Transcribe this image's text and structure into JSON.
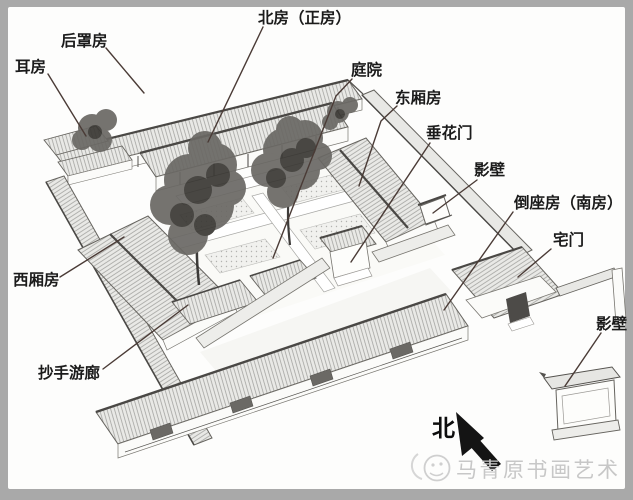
{
  "diagram": {
    "subject": "siheyuan-courtyard-house-axonometric-line-drawing"
  },
  "labels": [
    {
      "id": "ear-rooms",
      "text": "耳房"
    },
    {
      "id": "rear-cover-rooms",
      "text": "后罩房"
    },
    {
      "id": "north-main-hall",
      "text": "北房（正房）"
    },
    {
      "id": "courtyard",
      "text": "庭院"
    },
    {
      "id": "east-wing-rooms",
      "text": "东厢房"
    },
    {
      "id": "festoon-gate",
      "text": "垂花门"
    },
    {
      "id": "screen-wall-inner",
      "text": "影壁"
    },
    {
      "id": "south-reverse-rooms",
      "text": "倒座房（南房）"
    },
    {
      "id": "residence-gate",
      "text": "宅门"
    },
    {
      "id": "west-wing-rooms",
      "text": "西厢房"
    },
    {
      "id": "wrap-around-corridor",
      "text": "抄手游廊"
    },
    {
      "id": "screen-wall-outer",
      "text": "影壁"
    }
  ],
  "compass": {
    "north_label": "北"
  },
  "watermark": {
    "text": "马青原书画艺术",
    "logo": "face-logo"
  },
  "colors": {
    "border": "#a9a9a9",
    "paper": "#fdfdfc",
    "ink": "#55534f",
    "label_ink": "#1b1b1b",
    "leader": "#4a3b36",
    "watermark": "#c7c7c7"
  }
}
